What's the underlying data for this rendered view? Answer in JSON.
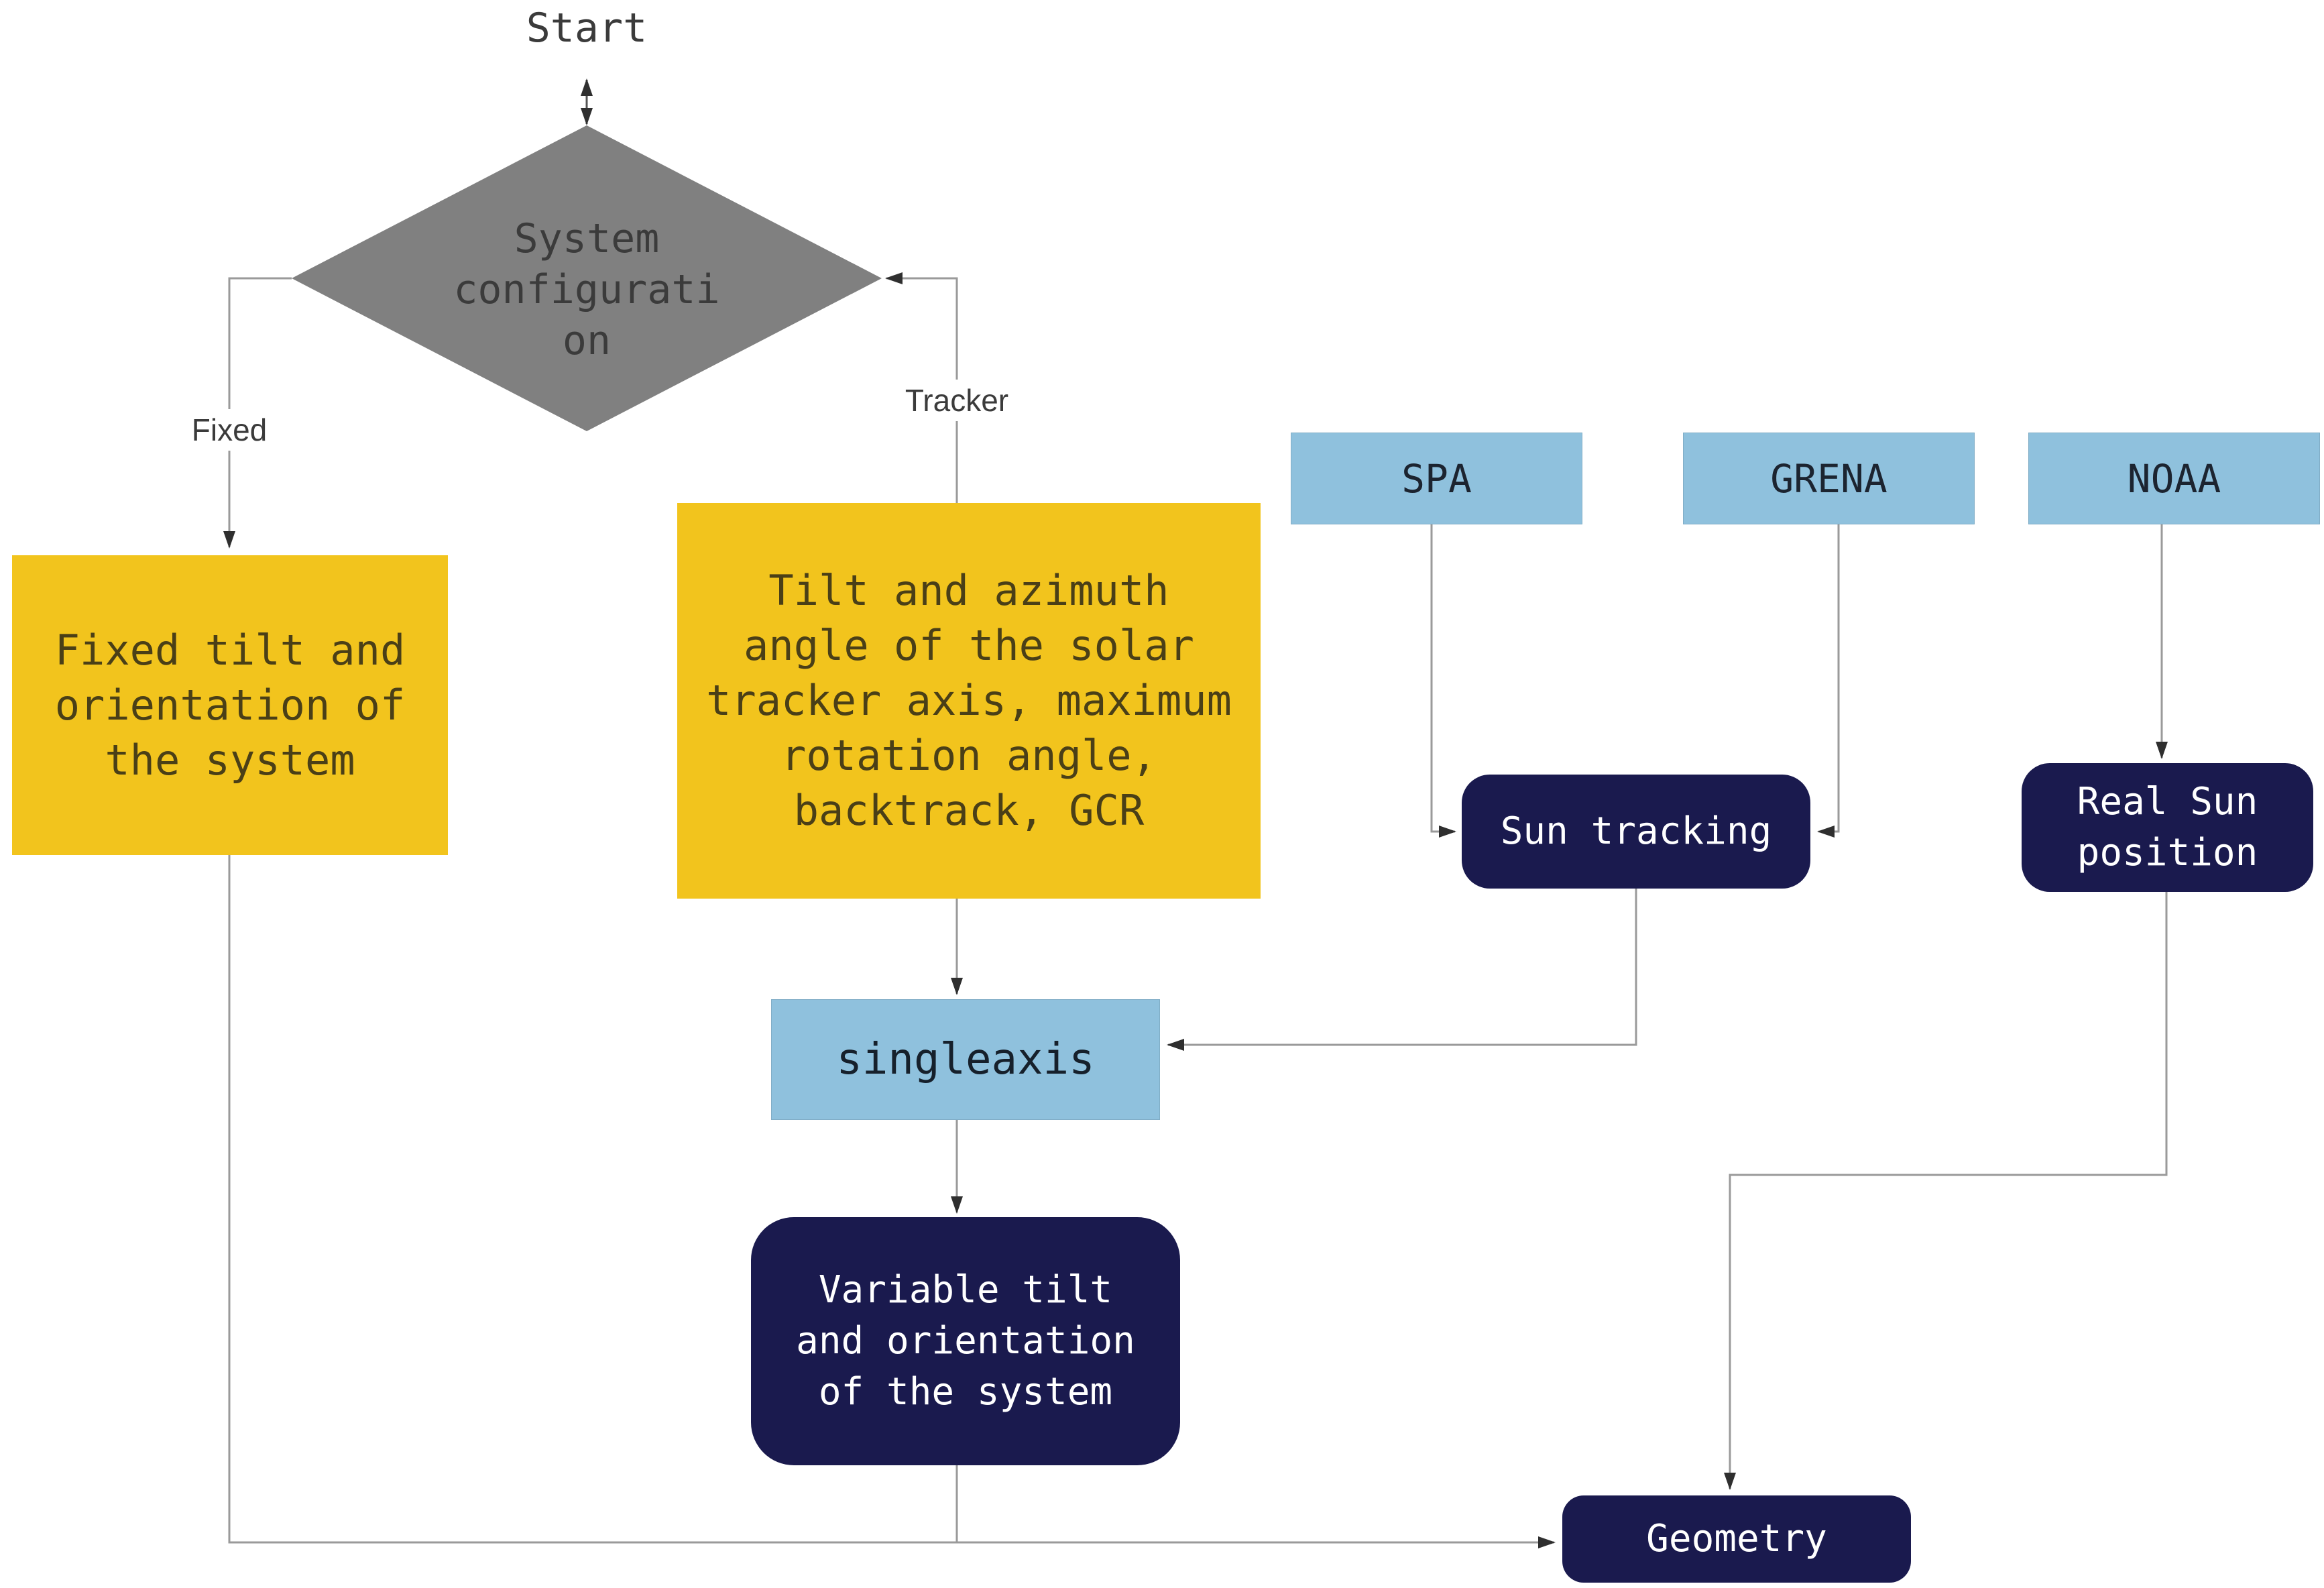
{
  "palette": {
    "yellow": "#F2C41D",
    "gray": "#808080",
    "blue": "#8FC1DD",
    "navy": "#1A1A4E",
    "line": "#9A9A9A",
    "arrow": "#2F2F2F",
    "text_dark": "#3B3B3B",
    "text_on_yellow": "#4A3F17",
    "text_on_blue": "#1C2430",
    "text_on_navy": "#FFFFFF",
    "edge_label": "#3B3B3B",
    "background": "#FFFFFF"
  },
  "nodes": {
    "start_label": {
      "text": "Start"
    },
    "decision": {
      "lines": [
        "System",
        "configurati",
        "on"
      ]
    },
    "fixed_box": {
      "lines": [
        "Fixed tilt and",
        "orientation of",
        "the system"
      ]
    },
    "tracker_box": {
      "lines": [
        "Tilt and azimuth",
        "angle of the solar",
        "tracker axis, maximum",
        "rotation angle,",
        "backtrack, GCR"
      ]
    },
    "spa": {
      "text": "SPA"
    },
    "grena": {
      "text": "GRENA"
    },
    "noaa": {
      "text": "NOAA"
    },
    "sun_tracking": {
      "text": "Sun tracking"
    },
    "real_sun": {
      "lines": [
        "Real Sun",
        "position"
      ]
    },
    "singleaxis": {
      "text": "singleaxis"
    },
    "variable": {
      "lines": [
        "Variable tilt",
        "and orientation",
        "of the system"
      ]
    },
    "geometry": {
      "text": "Geometry"
    }
  },
  "edge_labels": {
    "fixed": "Fixed",
    "tracker": "Tracker"
  }
}
